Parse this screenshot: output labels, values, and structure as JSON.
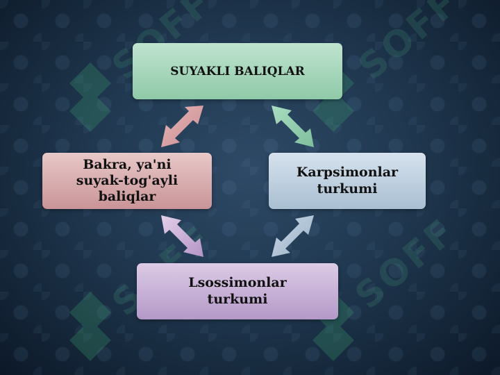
{
  "diagram": {
    "nodes": {
      "top": "SUYAKLI BALIQLAR",
      "left": "Bakra, ya'ni suyak-tog'ayli baliqlar",
      "right": "Karpsimonlar turkumi",
      "bottom": "Lsossimonlar turkumi"
    },
    "edges": [
      {
        "from": "top",
        "to": "left",
        "style": "double-arrow"
      },
      {
        "from": "top",
        "to": "right",
        "style": "double-arrow"
      },
      {
        "from": "left",
        "to": "bottom",
        "style": "double-arrow"
      },
      {
        "from": "right",
        "to": "bottom",
        "style": "double-arrow"
      }
    ]
  },
  "watermark": {
    "text": "SOFF"
  },
  "colors": {
    "top_node": "#8fcaa8",
    "left_node": "#c99497",
    "right_node": "#a9bfd2",
    "bottom_node": "#b499c8",
    "background": "#203850"
  }
}
